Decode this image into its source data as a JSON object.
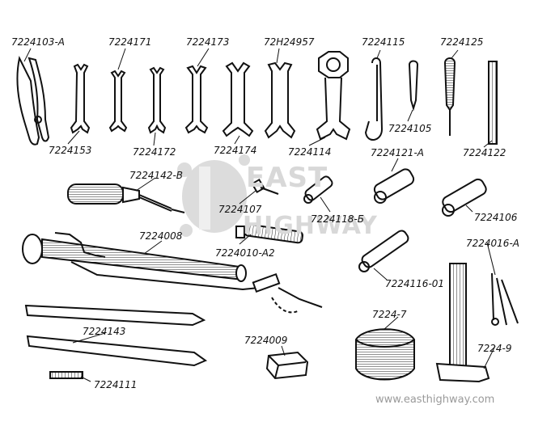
{
  "labels": {
    "pliers": "7224103-A",
    "wrench_7224171": "7224171",
    "wrench_7224173": "7224173",
    "wrench_72h24957": "72H24957",
    "hook_7224115": "7224115",
    "file_7224125": "7224125",
    "wrench_7224153": "7224153",
    "wrench_7224172": "7224172",
    "wrench_7224174": "7224174",
    "wrench_7224114": "7224114",
    "blade_7224105": "7224105",
    "socket_7224121a": "7224121-A",
    "punch_7224122": "7224122",
    "screwdriver_7224142b": "7224142-B",
    "key_7224107": "7224107",
    "socket_7224118b": "7224118-Б",
    "socket_7224106": "7224106",
    "pump_7224008": "7224008",
    "socket_7224010a2": "7224010-A2",
    "gauge_7224016a": "7224016-A",
    "socket_7224116_01": "7224116-01",
    "lever_7224143": "7224143",
    "case_7224_7": "7224-7",
    "block_7224009": "7224009",
    "hammer_7224_9": "7224-9",
    "brush_7224111": "7224111"
  },
  "watermark": {
    "line1": "EAST",
    "line2": "HIGHWAY",
    "url": "www.easthighway.com"
  },
  "colors": {
    "ink": "#111111",
    "watermark": "#d8d8d8"
  }
}
